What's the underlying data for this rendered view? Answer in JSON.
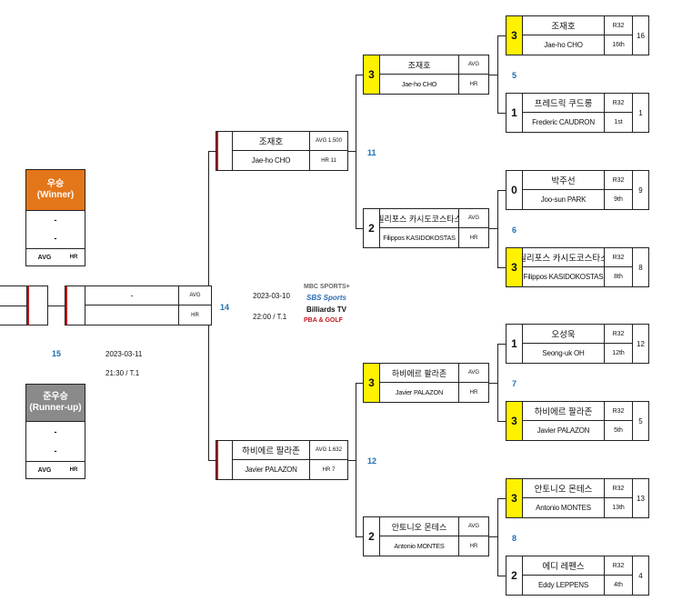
{
  "round32": [
    {
      "score": "3",
      "name_kr": "조재호",
      "name_en": "Jae-ho CHO",
      "round": "R32",
      "seed": "16th",
      "group": "16",
      "winner": true
    },
    {
      "score": "1",
      "name_kr": "프레드릭 쿠드롱",
      "name_en": "Frederic CAUDRON",
      "round": "R32",
      "seed": "1st",
      "group": "1",
      "winner": false
    },
    {
      "score": "0",
      "name_kr": "박주선",
      "name_en": "Joo-sun PARK",
      "round": "R32",
      "seed": "9th",
      "group": "9",
      "winner": false
    },
    {
      "score": "3",
      "name_kr": "필리포스 카시도코스타스",
      "name_en": "Filippos KASIDOKOSTAS",
      "round": "R32",
      "seed": "8th",
      "group": "8",
      "winner": true
    },
    {
      "score": "1",
      "name_kr": "오성욱",
      "name_en": "Seong-uk OH",
      "round": "R32",
      "seed": "12th",
      "group": "12",
      "winner": false
    },
    {
      "score": "3",
      "name_kr": "하비에르 팔라존",
      "name_en": "Javier PALAZON",
      "round": "R32",
      "seed": "5th",
      "group": "5",
      "winner": true
    },
    {
      "score": "3",
      "name_kr": "안토니오 몬테스",
      "name_en": "Antonio MONTES",
      "round": "R32",
      "seed": "13th",
      "group": "13",
      "winner": true
    },
    {
      "score": "2",
      "name_kr": "에디 레펜스",
      "name_en": "Eddy LEPPENS",
      "round": "R32",
      "seed": "4th",
      "group": "4",
      "winner": false
    }
  ],
  "round16_match_numbers": [
    "5",
    "6",
    "7",
    "8"
  ],
  "round16": [
    {
      "score": "3",
      "name_kr": "조재호",
      "name_en": "Jae-ho CHO",
      "avg": "AVG",
      "hr": "HR",
      "winner": true
    },
    {
      "score": "2",
      "name_kr": "필리포스 카시도코스타스",
      "name_en": "Filippos KASIDOKOSTAS",
      "avg": "AVG",
      "hr": "HR",
      "winner": false
    },
    {
      "score": "3",
      "name_kr": "하비에르 팔라존",
      "name_en": "Javier PALAZON",
      "avg": "AVG",
      "hr": "HR",
      "winner": true
    },
    {
      "score": "2",
      "name_kr": "안토니오 몬테스",
      "name_en": "Antonio MONTES",
      "avg": "AVG",
      "hr": "HR",
      "winner": false
    }
  ],
  "qf_match_numbers": [
    "11",
    "12"
  ],
  "semifinal": [
    {
      "name_kr": "조재호",
      "name_en": "Jae-ho CHO",
      "avg": "AVG 1.500",
      "hr": "HR 11"
    },
    {
      "name_kr": "하비에르 팔라존",
      "name_en": "Javier PALAZON",
      "avg": "AVG 1.632",
      "hr": "HR 7"
    }
  ],
  "sf_match_number": "14",
  "sf_date": "2023-03-10",
  "sf_time": "22:00 /  T.1",
  "final": {
    "name_top": "-",
    "name_bottom": "",
    "avg": "AVG",
    "hr": "HR"
  },
  "final_match_number": "15",
  "final_date": "2023-03-11",
  "final_time": "21:30 /  T.1",
  "winner_box": {
    "title": "우승",
    "subtitle": "(Winner)",
    "line1": "-",
    "line2": "-",
    "avg": "AVG",
    "hr": "HR",
    "color": "#e4761a"
  },
  "runnerup_box": {
    "title": "준우승",
    "subtitle": "(Runner-up)",
    "line1": "-",
    "line2": "-",
    "avg": "AVG",
    "hr": "HR",
    "color": "#8a8a8a"
  },
  "broadcasters": [
    "MBC SPORTS+",
    "SBS Sports",
    "Billiards TV",
    "PBA & GOLF"
  ],
  "colors": {
    "highlight": "#fff200",
    "accent_red": "#c0161c",
    "number_blue": "#1f6fb0"
  }
}
